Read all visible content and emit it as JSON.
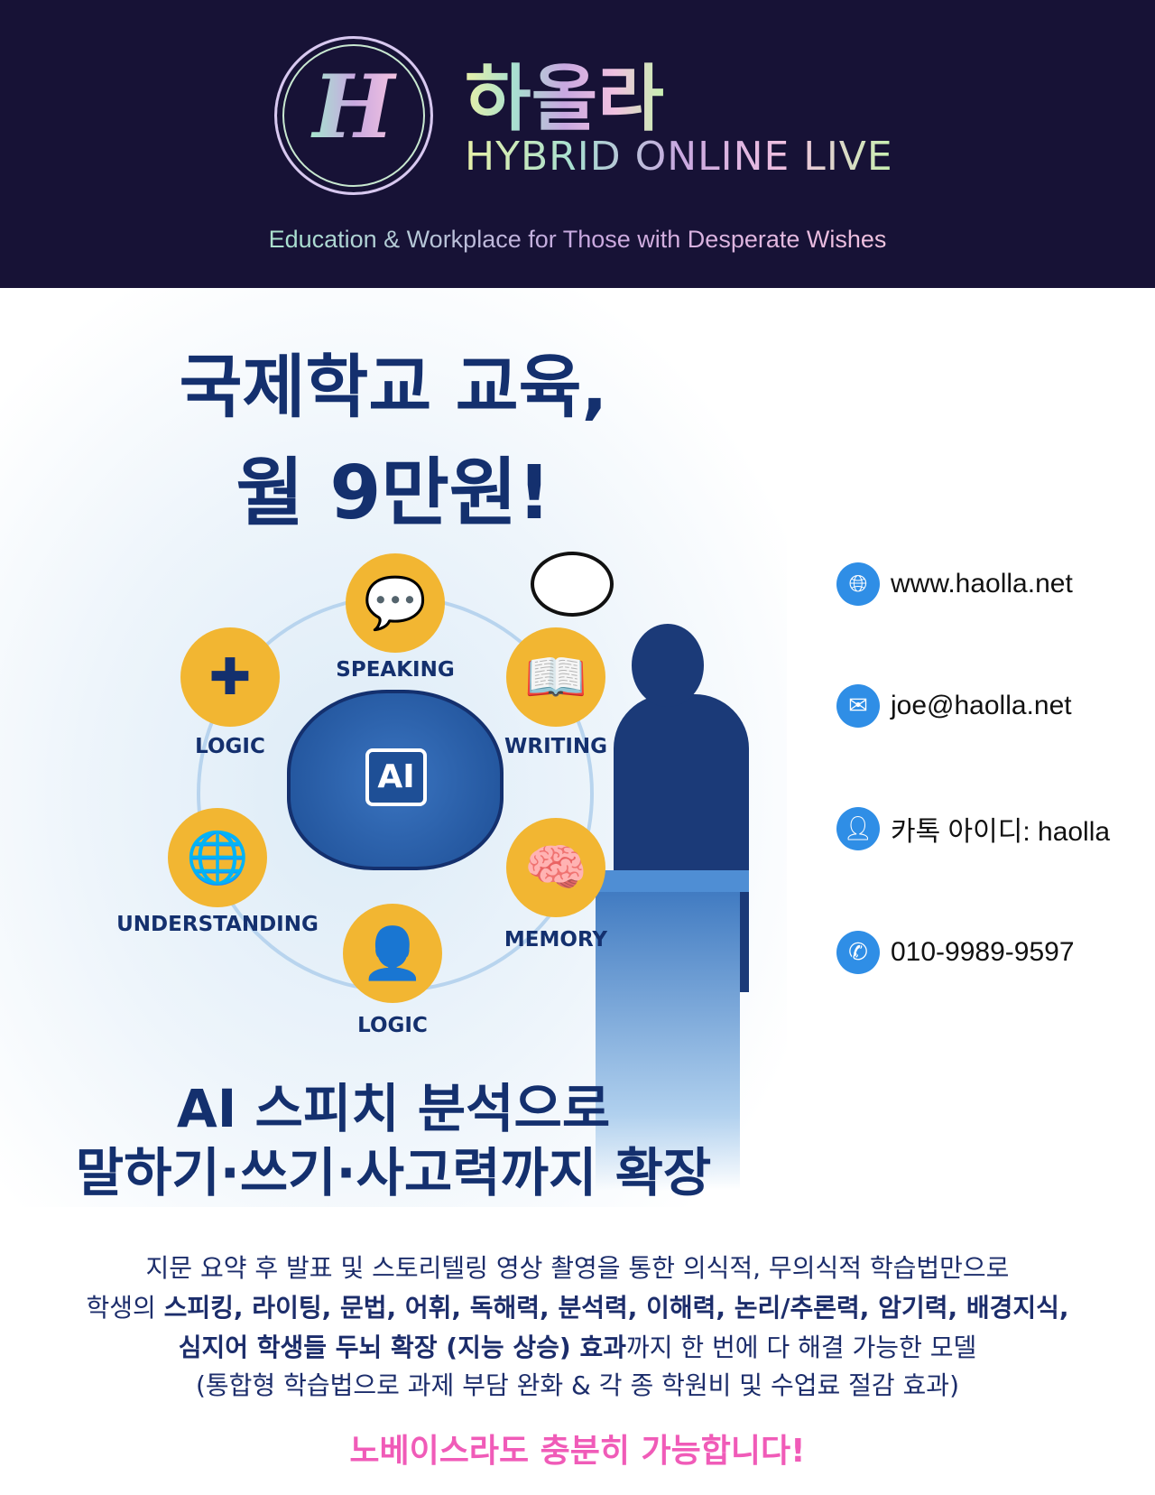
{
  "header": {
    "logo_letter": "H",
    "brand_ko": "하올라",
    "brand_en": "HYBRID ONLINE LIVE",
    "tagline": "Education & Workplace for Those with Desperate Wishes"
  },
  "poster": {
    "headline1": "국제학교 교육,",
    "headline2": "월 9만원!",
    "skills": {
      "speaking": "SPEAKING",
      "logic_top": "LOGIC",
      "writing": "WRITING",
      "understanding": "UNDERSTANDING",
      "memory": "MEMORY",
      "logic_bottom": "LOGIC"
    },
    "ai_chip": "AI",
    "subhead1": "AI 스피치 분석으로",
    "subhead2": "말하기·쓰기·사고력까지 확장"
  },
  "contacts": [
    {
      "icon": "globe-icon",
      "text": "www.haolla.net"
    },
    {
      "icon": "mail-icon",
      "text": "joe@haolla.net"
    },
    {
      "icon": "user-icon",
      "text": "카톡 아이디: haolla"
    },
    {
      "icon": "phone-icon",
      "text": "010-9989-9597"
    }
  ],
  "body": {
    "line1": "지문 요약 후 발표 및 스토리텔링 영상 촬영을 통한 의식적, 무의식적 학습법만으로",
    "line2_pre": "학생의 ",
    "line2_bold": "스피킹, 라이팅, 문법, 어휘, 독해력,  분석력, 이해력, 논리/추론력, 암기력, 배경지식,",
    "line3_bold": "심지어 학생들 두뇌 확장 (지능 상승) 효과",
    "line3_post": "까지 한 번에 다 해결 가능한 모델",
    "line4": "(통합형 학습법으로 과제 부담 완화 & 각 종 학원비 및 수업료 절감 효과)",
    "cta": "노베이스라도 충분히 가능합니다!"
  },
  "colors": {
    "header_bg": "#171236",
    "navy": "#14306e",
    "accent_yellow": "#f2b632",
    "contact_blue": "#2f8ee6",
    "cta_pink": "#f05bb8"
  }
}
